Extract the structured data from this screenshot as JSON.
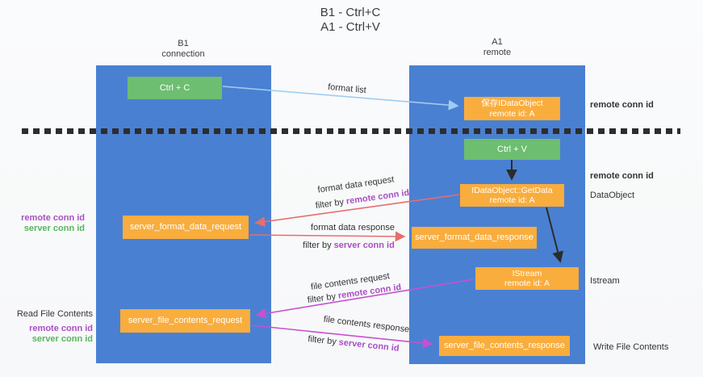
{
  "title": {
    "line1": "B1 - Ctrl+C",
    "line2": "A1 - Ctrl+V"
  },
  "columns": {
    "left": {
      "header1": "B1",
      "header2": "connection"
    },
    "right": {
      "header1": "A1",
      "header2": "remote"
    }
  },
  "nodes": {
    "ctrl_c": "Ctrl + C",
    "ctrl_v": "Ctrl + V",
    "save_idataobject": {
      "line1": "保存IDataObject",
      "line2": "remote id: A"
    },
    "getdata": {
      "line1": "IDataObject::GetData",
      "line2": "remote id: A"
    },
    "istream": {
      "line1": "IStream",
      "line2": "remote id: A"
    },
    "server_format_data_request": "server_format_data_request",
    "server_format_data_response": "server_format_data_response",
    "server_file_contents_request": "server_file_contents_request",
    "server_file_contents_response": "server_file_contents_response"
  },
  "flow_labels": {
    "format_list": "format list",
    "format_data_request": "format data request",
    "format_data_response": "format data response",
    "file_contents_request": "file contents request",
    "file_contents_response": "file contents response",
    "filter_by": "filter by",
    "remote_conn_id": "remote conn id",
    "server_conn_id": "server conn id"
  },
  "side_labels": {
    "left_remote_conn_id": "remote conn id",
    "left_server_conn_id": "server conn id",
    "read_file_contents": "Read File Contents",
    "read_remote_conn_id": "remote conn id",
    "read_server_conn_id": "server conn id",
    "right_remote_conn_id_top": "remote conn id",
    "right_remote_conn_id_mid": "remote conn id",
    "dataobject": "DataObject",
    "istream_label": "Istream",
    "write_file_contents": "Write File Contents"
  },
  "colors": {
    "column_blue": "#4a80d2",
    "node_green": "#6dbe70",
    "node_orange": "#f9ad3d",
    "arrow_lightblue": "#9fcdf0",
    "arrow_red": "#e86d6d",
    "arrow_magenta": "#c750d0",
    "arrow_black": "#2b2b2b",
    "highlight_purple": "#a94fc4",
    "highlight_green": "#58b55c"
  }
}
